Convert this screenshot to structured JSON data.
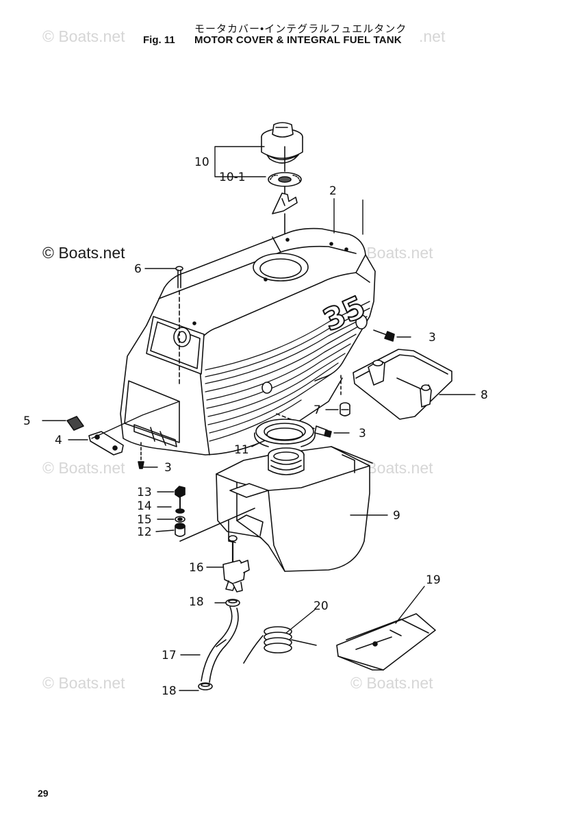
{
  "header": {
    "title_jp": "モータカバー•インテグラルフュエルタンク",
    "fig_label": "Fig. 11",
    "title_en": "MOTOR COVER & INTEGRAL FUEL TANK"
  },
  "watermark": {
    "text": "© Boats.net",
    "text_short": ".net"
  },
  "cover_badge": "35",
  "callouts": [
    "10",
    "10-1",
    "2",
    "6",
    "3",
    "8",
    "7",
    "5",
    "4",
    "11",
    "13",
    "14",
    "15",
    "12",
    "9",
    "16",
    "18",
    "19",
    "20",
    "17"
  ],
  "page_number": "29"
}
